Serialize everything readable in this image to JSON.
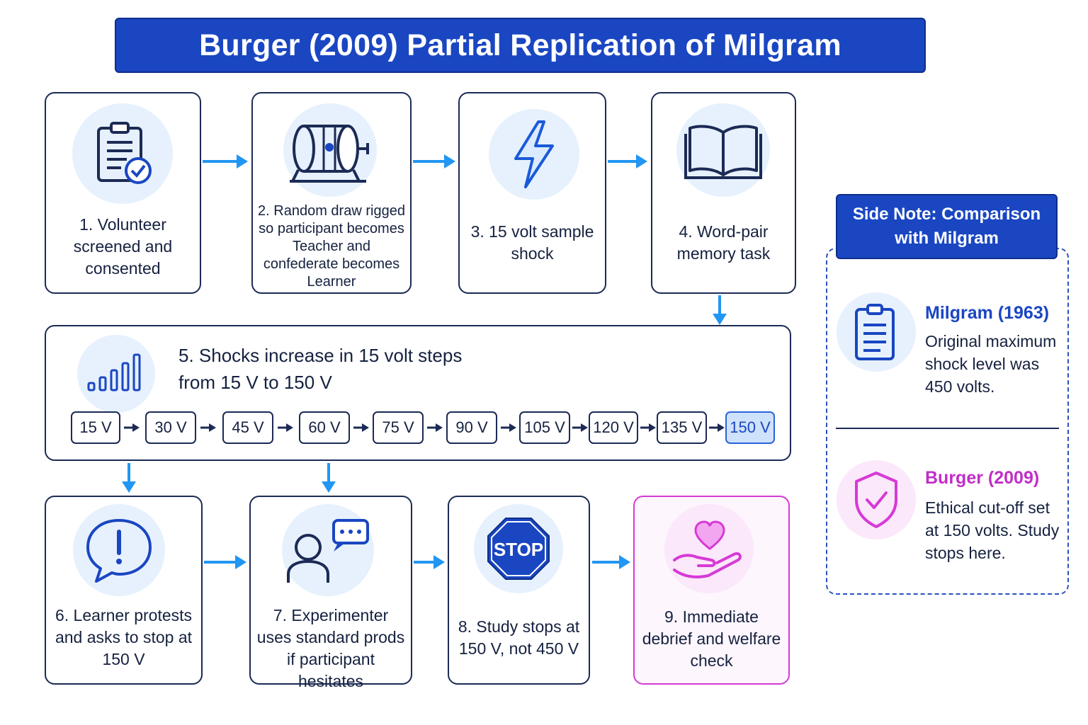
{
  "title": "Burger (2009) Partial Replication of Milgram",
  "steps": {
    "s1": "1. Volunteer screened and consented",
    "s2": "2. Random draw rigged so participant becomes Teacher and confederate becomes Learner",
    "s3": "3. 15 volt sample shock",
    "s4": "4. Word-pair memory task",
    "s5_line1": "5. Shocks increase in 15 volt steps",
    "s5_line2": "from 15 V to 150 V",
    "s6": "6. Learner protests and asks to stop at 150 V",
    "s7": "7. Experimenter uses standard prods if participant hesitates",
    "s8": "8. Study stops at 150 V, not 450 V",
    "s9": "9. Immediate debrief and welfare check"
  },
  "voltages": [
    "15 V",
    "30 V",
    "45 V",
    "60 V",
    "75 V",
    "90 V",
    "105 V",
    "120 V",
    "135 V",
    "150 V"
  ],
  "stop_sign_text": "STOP",
  "side_note": {
    "header": "Side Note: Comparison with Milgram",
    "milgram_title": "Milgram (1963)",
    "milgram_body": "Original maximum shock level was 450 volts.",
    "burger_title": "Burger (2009)",
    "burger_body": "Ethical cut-off set at 150 volts. Study stops here."
  },
  "colors": {
    "primary": "#1a46c2",
    "arrow": "#2196f3",
    "outline": "#1c2a55",
    "accent_pink": "#d63ad6",
    "icon_bg": "#e6f1fd"
  },
  "icons": [
    "clipboard-check-icon",
    "drum-lottery-icon",
    "lightning-icon",
    "open-book-icon",
    "signal-bars-icon",
    "exclamation-speech-icon",
    "person-speech-icon",
    "stop-sign-icon",
    "heart-hand-icon",
    "clipboard-icon",
    "shield-check-icon"
  ]
}
